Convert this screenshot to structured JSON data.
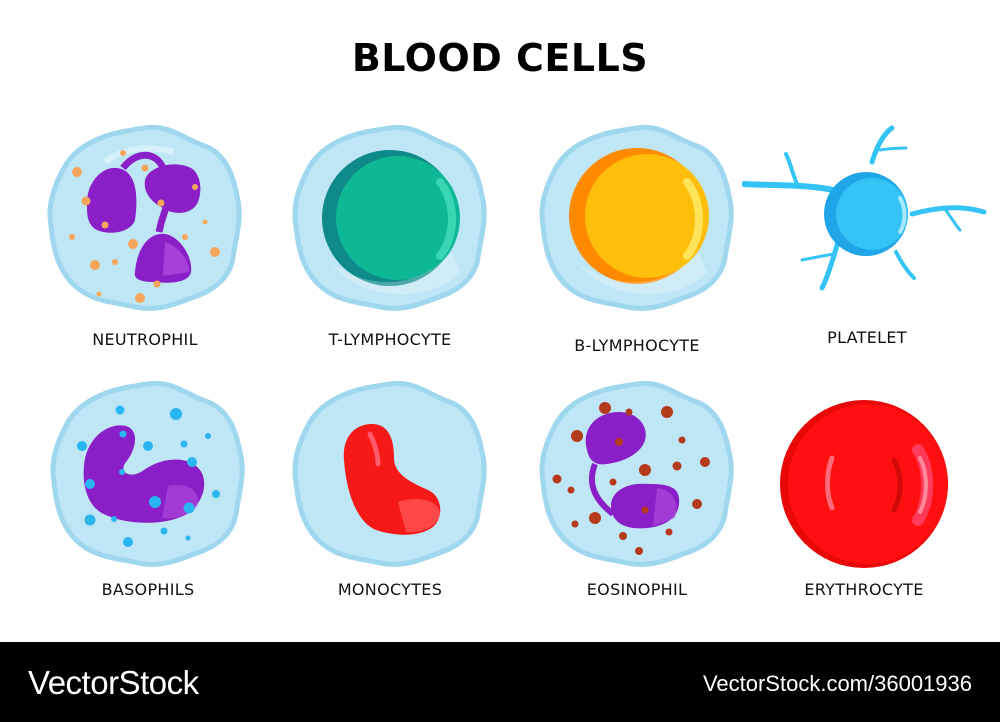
{
  "title": "BLOOD CELLS",
  "cells": [
    {
      "name": "NEUTROPHIL",
      "nucleus_color": "#8a1fc7",
      "granule_color": "#f6a55a"
    },
    {
      "name": "T-LYMPHOCYTE",
      "nucleus_color": "#0fb894",
      "shade_color": "#0e8a8a"
    },
    {
      "name": "B-LYMPHOCYTE",
      "nucleus_color": "#ffbe0a",
      "shade_color": "#ff8a00"
    },
    {
      "name": "PLATELET",
      "color": "#33c4f5"
    },
    {
      "name": "BASOPHILS",
      "nucleus_color": "#8a1fc7",
      "granule_color": "#29b6f0"
    },
    {
      "name": "MONOCYTES",
      "nucleus_color": "#f71818"
    },
    {
      "name": "EOSINOPHIL",
      "nucleus_color": "#8a1fc7",
      "granule_color": "#b53a1c"
    },
    {
      "name": "ERYTHROCYTE",
      "color": "#ff0f0f"
    }
  ],
  "membrane_color": "#bfe6f5",
  "footer": {
    "brand": "VectorStock",
    "url": "VectorStock.com/36001936"
  }
}
